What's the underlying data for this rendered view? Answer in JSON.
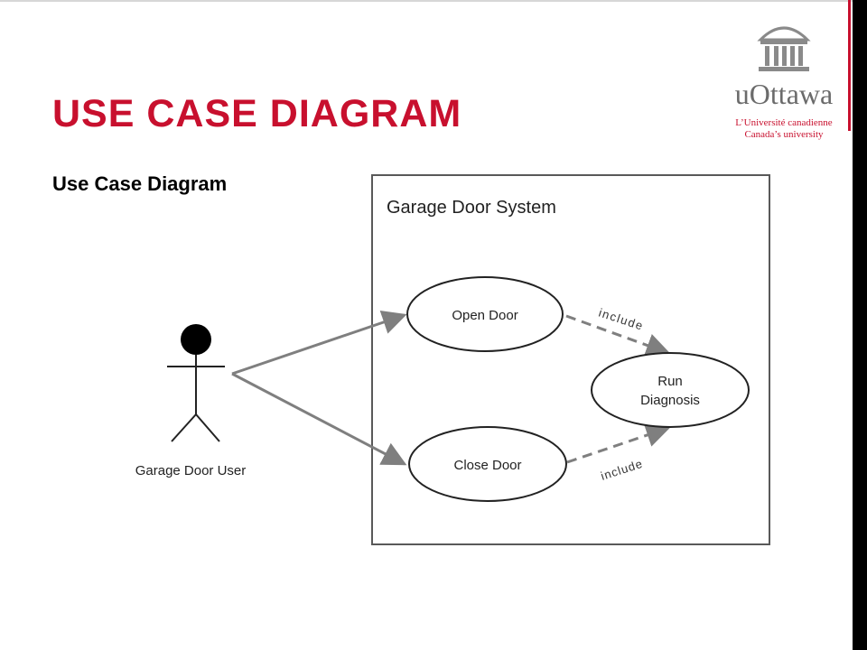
{
  "slide": {
    "title": "USE CASE DIAGRAM",
    "subtitle": "Use Case Diagram"
  },
  "logo": {
    "wordmark": "uOttawa",
    "tagline_fr": "L’Université canadienne",
    "tagline_en": "Canada’s university"
  },
  "diagram": {
    "system_label": "Garage Door System",
    "actor_label": "Garage Door User",
    "use_cases": {
      "open_door": "Open Door",
      "close_door": "Close Door",
      "run_diagnosis_line1": "Run",
      "run_diagnosis_line2": "Diagnosis"
    },
    "relations": {
      "include_top": "include",
      "include_bottom": "include"
    }
  },
  "colors": {
    "title_red": "#c8102e",
    "side_bar": "#000000",
    "arrow_gray": "#7f7f7f"
  }
}
